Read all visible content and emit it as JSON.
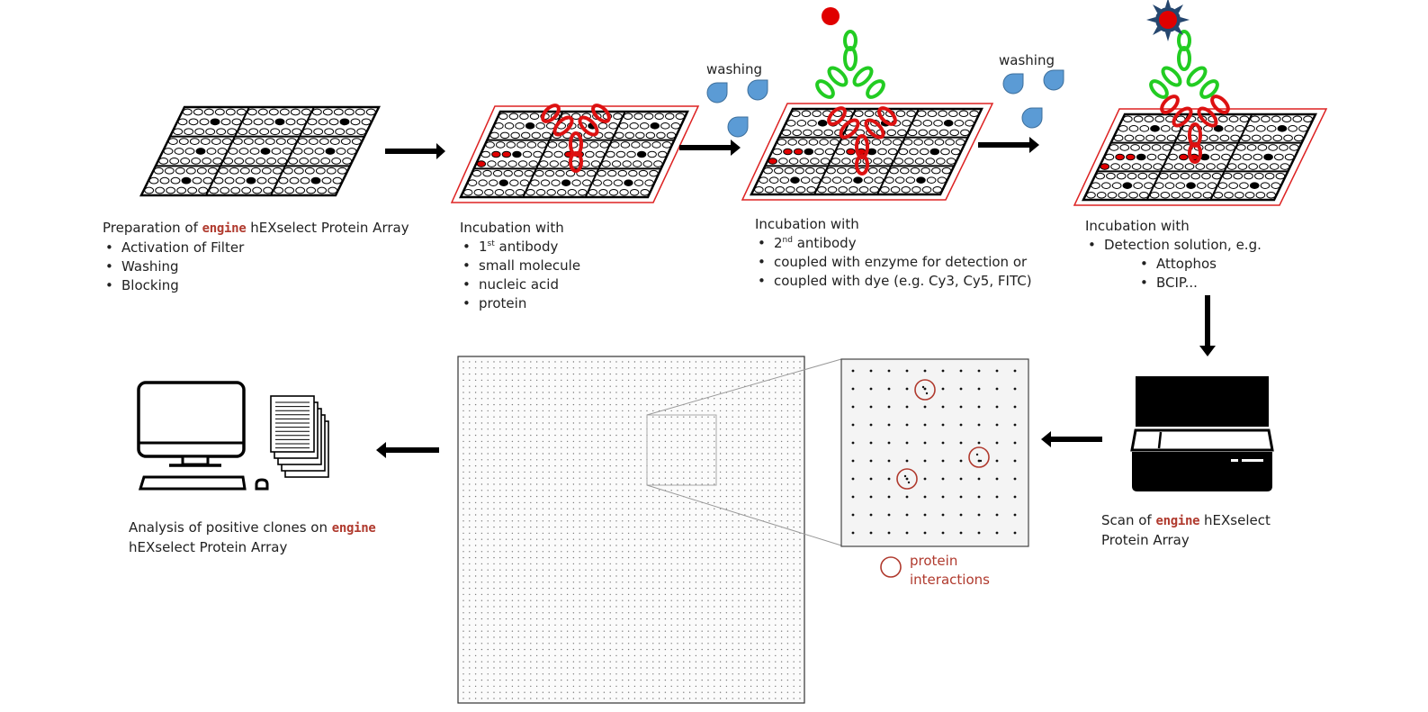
{
  "colors": {
    "accent_red": "#b03a2e",
    "dot_red": "#e00000",
    "drop_blue": "#5b9bd5",
    "antibody_green": "#33dd33",
    "antibody_red": "#dd1111"
  },
  "brand_word": "engine",
  "steps": [
    {
      "title_pre": "Preparation of",
      "title_post": "hEXselect Protein Array",
      "items": [
        "Activation of Filter",
        "Washing",
        "Blocking"
      ]
    },
    {
      "title": "Incubation with",
      "items": [
        {
          "pre": "1",
          "sup": "st",
          "post": " antibody"
        },
        "small molecule",
        "nucleic acid",
        "protein"
      ]
    },
    {
      "title": "Incubation with",
      "items": [
        {
          "pre": "2",
          "sup": "nd",
          "post": " antibody"
        },
        "coupled with enzyme for detection or",
        "coupled with dye (e.g. Cy3, Cy5, FITC)"
      ]
    },
    {
      "title": "Incubation with",
      "items": [
        "Detection solution, e.g."
      ],
      "subitems": [
        "Attophos",
        "BCIP..."
      ]
    }
  ],
  "washing_labels": [
    "washing",
    "washing"
  ],
  "scan": {
    "pre": "Scan of",
    "post_line1": "hEXselect",
    "line2": "Protein Array"
  },
  "analysis": {
    "pre": "Analysis of positive clones on",
    "line2": "hEXselect Protein Array"
  },
  "legend": {
    "line1": "protein",
    "line2": "interactions"
  },
  "icons": [
    "array-grid-icon",
    "arrow-right-icon",
    "water-drop-icon",
    "antibody-icon",
    "red-dot-icon",
    "enzyme-star-icon",
    "arrow-down-icon",
    "scanner-icon",
    "arrow-left-icon",
    "monitor-icon",
    "keyboard-icon",
    "mouse-icon",
    "documents-stack-icon",
    "zoom-circle-icon"
  ]
}
